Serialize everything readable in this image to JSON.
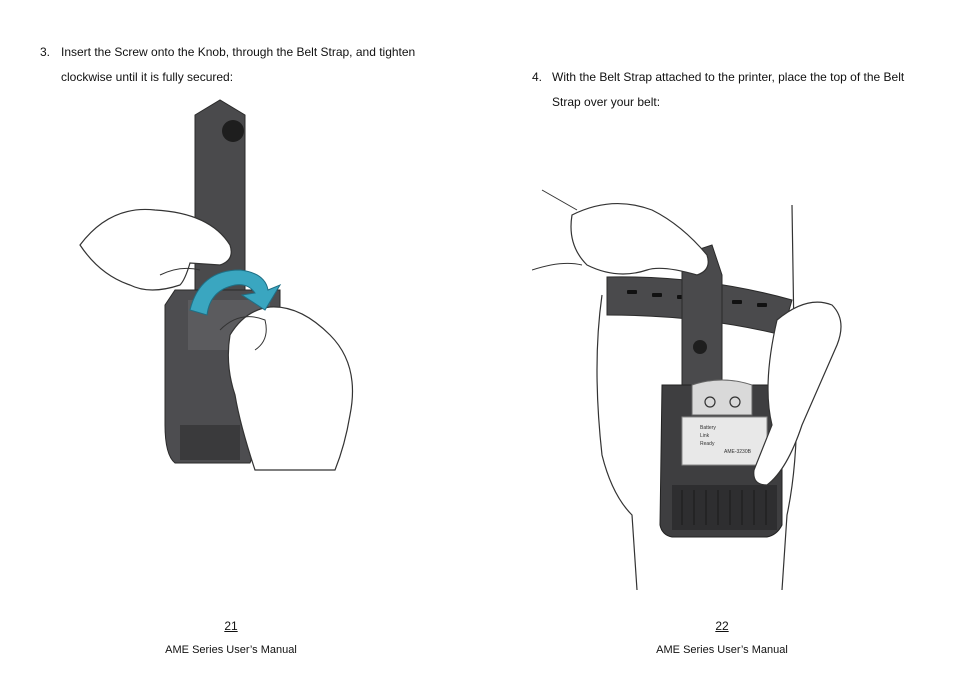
{
  "left_page": {
    "step_number": "3.",
    "step_text": "Insert the Screw onto the Knob, through the Belt Strap, and tighten clockwise until it is fully secured:",
    "page_number": "21",
    "footer": "AME Series User’s Manual",
    "illustration_icon": "hand-turning-knob-icon"
  },
  "right_page": {
    "step_number": "4.",
    "step_text": "With the Belt Strap attached to the printer, place the top of the Belt Strap over your belt:",
    "page_number": "22",
    "footer": "AME Series User’s Manual",
    "illustration_icon": "printer-on-belt-icon",
    "printer_labels": [
      "Battery",
      "Link",
      "Ready",
      "AME-3230B"
    ]
  },
  "colors": {
    "strap": "#4a4a4c",
    "arrow": "#3aa6c0",
    "outline": "#333333"
  }
}
